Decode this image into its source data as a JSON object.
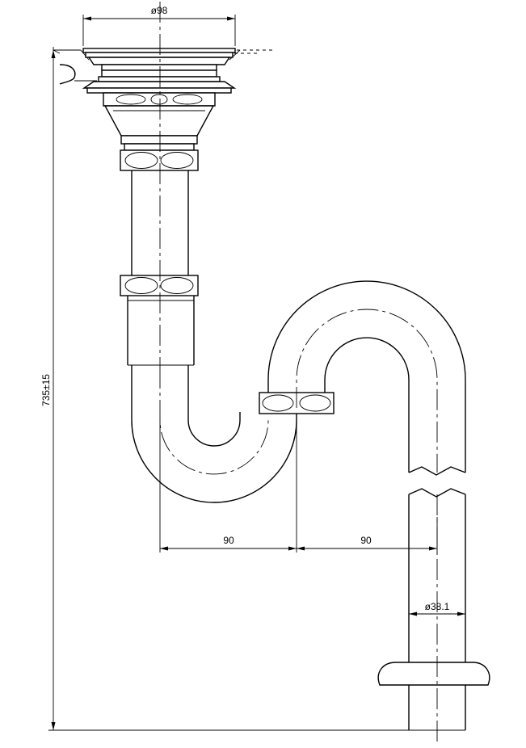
{
  "dimensions": {
    "flange_diameter": "ø98",
    "total_height": "735±15",
    "offset_left": "90",
    "offset_right": "90",
    "pipe_diameter": "ø38.1"
  }
}
